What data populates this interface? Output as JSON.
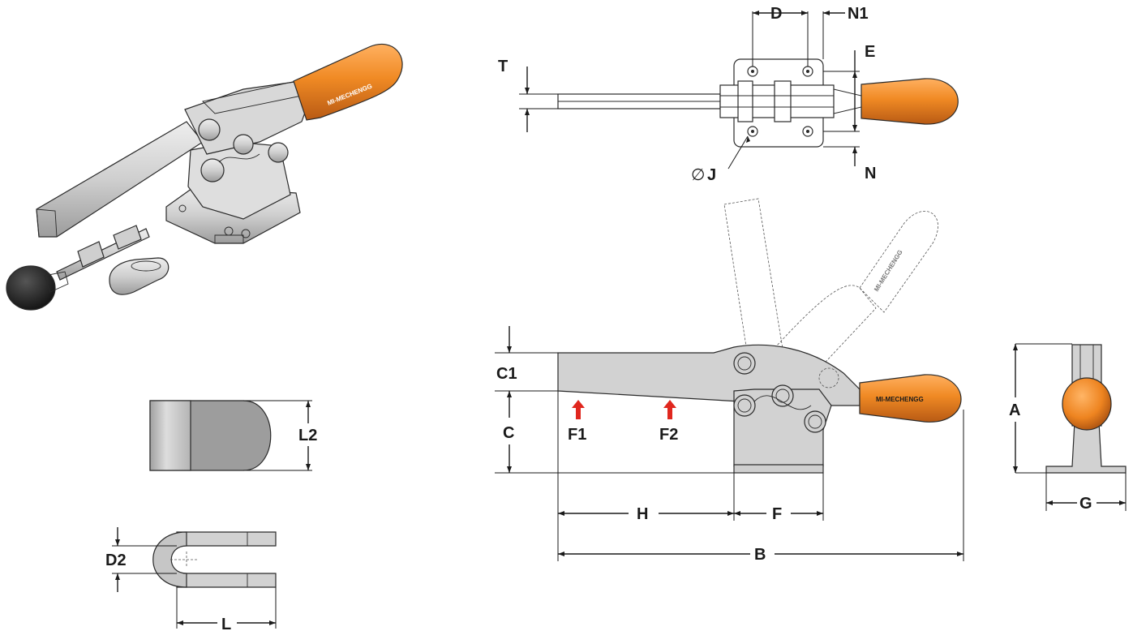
{
  "brand": "MI-MECHENGG",
  "dimensions": {
    "D": "D",
    "N1": "N1",
    "T": "T",
    "E": "E",
    "N": "N",
    "J": "J",
    "diameter_symbol": "∅",
    "C1": "C1",
    "C": "C",
    "F1": "F1",
    "F2": "F2",
    "H": "H",
    "F": "F",
    "B": "B",
    "A": "A",
    "G": "G",
    "L2": "L2",
    "D2": "D2",
    "L": "L"
  },
  "colors": {
    "handle_orange": "#f08a24",
    "handle_shade": "#c8641a",
    "metal": "#d4d4d4",
    "metal_dark": "#a8a8a8",
    "force_arrow": "#e0271e",
    "rubber": "#2a2a2a"
  }
}
